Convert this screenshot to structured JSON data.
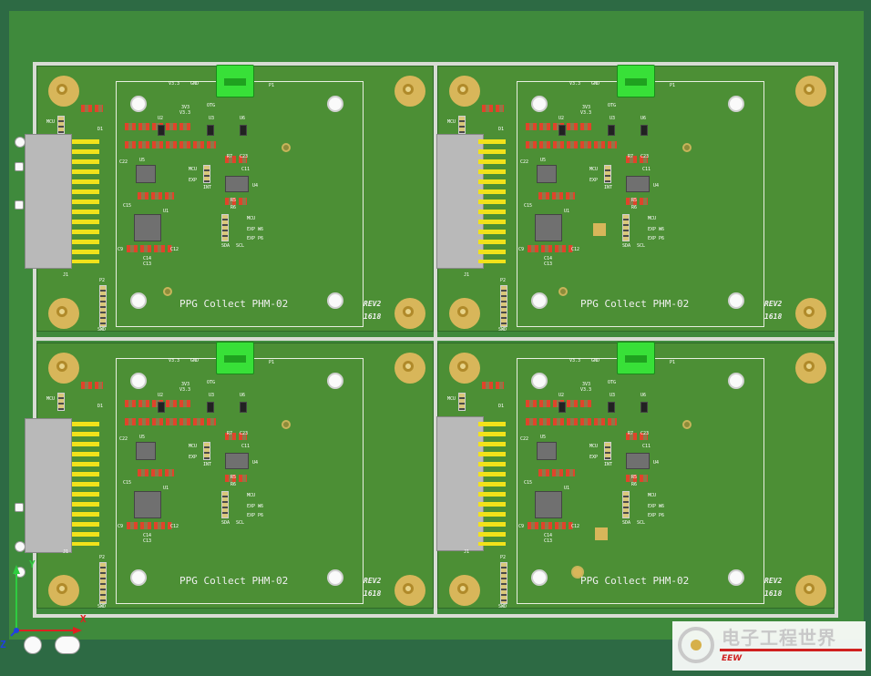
{
  "board": {
    "title": "PPG Collect PHM-02",
    "revision_line1": "REV2",
    "revision_line2": "1618"
  },
  "labels": {
    "v33": "V3.3",
    "gnd": "GND",
    "otg": "OTG",
    "p1": "P1",
    "p2": "P2",
    "j1": "J1",
    "swd": "SWD",
    "mcu": "MCU",
    "exp": "EXP",
    "int": "INT",
    "u1": "U1",
    "u2": "U2",
    "u3": "U3",
    "u4": "U4",
    "u5": "U5",
    "u6": "U6",
    "v3v3": "3V3",
    "v33b": "V3.3",
    "r5": "R5",
    "r6": "R6",
    "r7": "R7",
    "c9": "C9",
    "c11": "C11",
    "c12": "C12",
    "c13": "C13",
    "c14": "C14",
    "c15": "C15",
    "c22": "C22",
    "c23": "C23",
    "d1": "D1",
    "mcu_w6": "EXP W6",
    "exp_p6": "EXP P6",
    "sda": "SDA",
    "scl": "SCL"
  },
  "axes": {
    "x_label": "X",
    "y_label": "Y",
    "z_label": "Z"
  },
  "watermark": {
    "text": "电子工程世界",
    "subtext": "EEW"
  },
  "colors": {
    "board": "#4c8f35",
    "background": "#2d6a44",
    "usb": "#38e038",
    "silkscreen": "#ffffff",
    "gold": "#d8b65a"
  }
}
